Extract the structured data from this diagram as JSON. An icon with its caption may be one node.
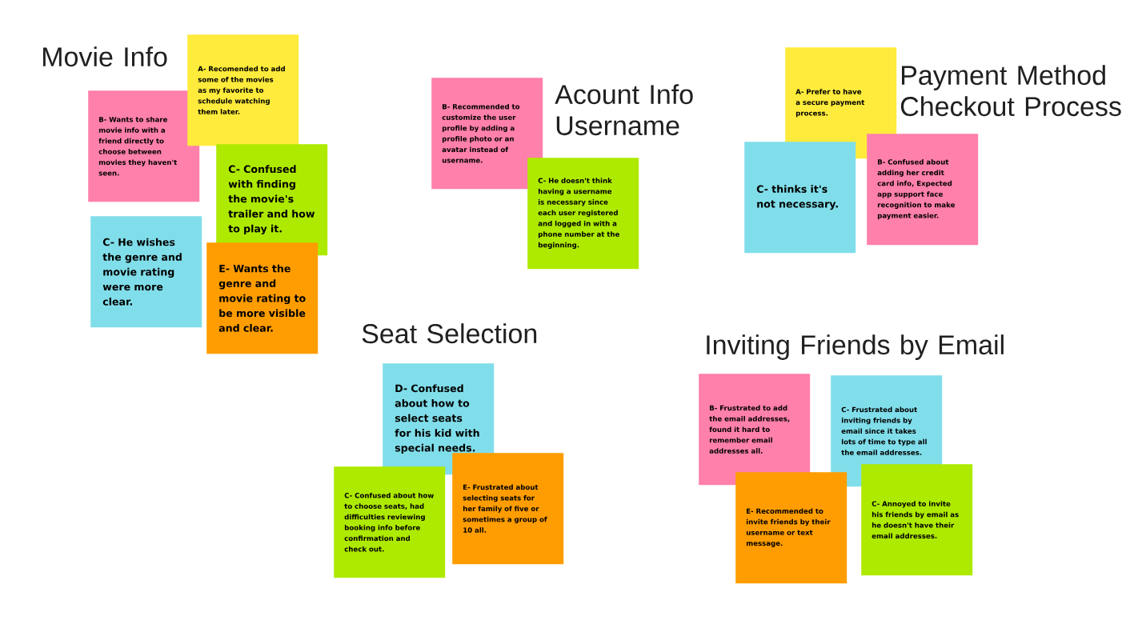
{
  "diagram": {
    "nodes": [
      {
        "text": [
          "A- Recomended to add some of the movies as my favorite to schedule watching them later."
        ]
      },
      {
        "text": [
          "B- Wants to share movie info with a friend directly to choose between movies they haven't seen."
        ]
      },
      {
        "text": [
          "C- Confused with finding the movie's trailer and how to play it."
        ]
      },
      {
        "text": [
          "C- He wishes the genre and movie rating were more clear."
        ]
      },
      {
        "text": [
          "E- Wants the genre and movie rating to be more visible and clear."
        ]
      },
      {
        "text": [
          "B- Recommended to customize the user profile by adding a profile photo or an avatar instead of username."
        ]
      },
      {
        "text": [
          "C- He doesn't think having a username is necessary since each user registered and logged in with a phone number at the beginning."
        ]
      },
      {
        "text": [
          "A- Prefer to have a secure payment process."
        ]
      },
      {
        "text": [
          "C- thinks it's not necessary."
        ]
      },
      {
        "text": [
          "B- Confused about adding her credit card info, Expected app support face recognition to make payment easier."
        ]
      },
      {
        "text": [
          "D- Confused about how to select seats for his kid with special needs."
        ]
      },
      {
        "text": [
          "C- Confused about how to choose seats, had difficulties reviewing booking info before confirmation and check out."
        ]
      },
      {
        "text": [
          "E- Frustrated about selecting seats for her family of five or sometimes a group of 10 all."
        ]
      },
      {
        "text": [
          "B- Frustrated to add the email addresses, found it hard to remember email addresses all."
        ]
      },
      {
        "text": [
          "C- Frustrated about inviting friends by email since it takes lots of time to type all the email addresses."
        ]
      },
      {
        "text": [
          "E- Recommended to invite friends by their username or text message."
        ]
      },
      {
        "text": [
          "C- Annoyed to invite his friends by email as he doesn't have their email addresses."
        ]
      }
    ],
    "labels": [
      "Movie Info",
      "Acount Info Username",
      "Payment Method Checkout Process",
      "Seat Selection",
      "Inviting Friends by Email"
    ]
  }
}
